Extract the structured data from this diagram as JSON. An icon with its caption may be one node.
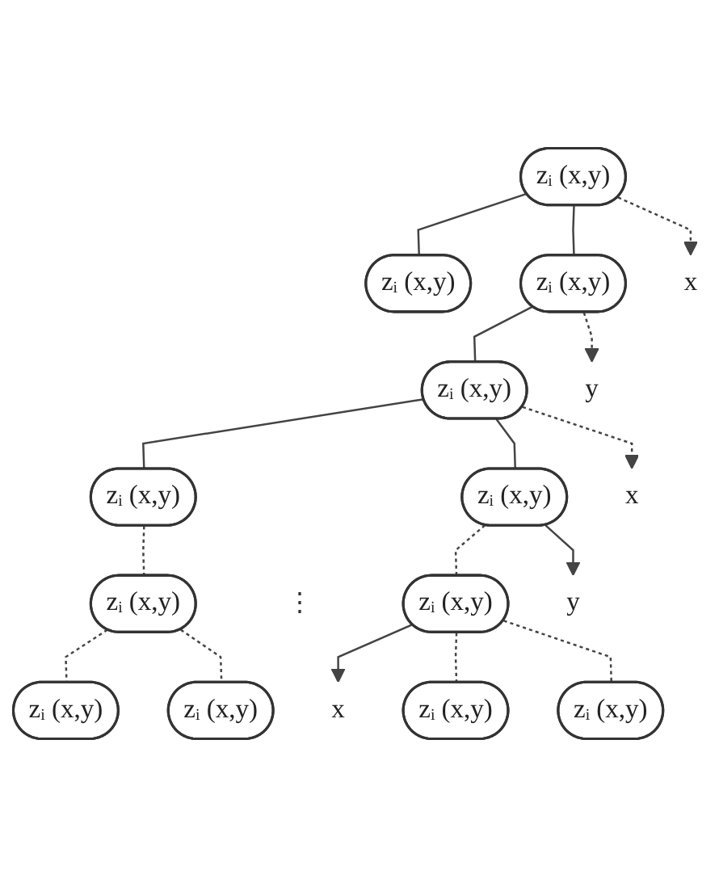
{
  "diagram": {
    "nodes": [
      {
        "text": [
          "zᵢ (x,y)"
        ]
      },
      {
        "text": [
          "x"
        ]
      },
      {
        "text": [
          "zᵢ (x,y)"
        ]
      },
      {
        "text": [
          "zᵢ (x,y)"
        ]
      },
      {
        "text": [
          "y"
        ]
      },
      {
        "text": [
          "zᵢ (x,y)"
        ]
      },
      {
        "text": [
          "x"
        ]
      },
      {
        "text": [
          "zᵢ (x,y)"
        ]
      },
      {
        "text": [
          "zᵢ (x,y)"
        ]
      },
      {
        "text": [
          "y"
        ]
      },
      {
        "text": [
          "zᵢ (x,y)"
        ]
      },
      {
        "text": [
          "zᵢ (x,y)"
        ]
      },
      {
        "text": [
          "x"
        ]
      },
      {
        "text": [
          "zᵢ (x,y)"
        ]
      },
      {
        "text": [
          "zᵢ (x,y)"
        ]
      },
      {
        "text": [
          "zᵢ (x,y)"
        ]
      },
      {
        "text": [
          "zᵢ (x,y)"
        ]
      }
    ],
    "edges": [
      {
        "from": 0,
        "to": 1,
        "arrow": "to",
        "style": "dashed"
      },
      {
        "from": 0,
        "to": 2,
        "arrow": "none"
      },
      {
        "from": 0,
        "to": 3,
        "arrow": "none"
      },
      {
        "from": 3,
        "to": 4,
        "arrow": "to",
        "style": "dashed"
      },
      {
        "from": 3,
        "to": 5,
        "arrow": "none"
      },
      {
        "from": 5,
        "to": 6,
        "arrow": "to",
        "style": "dashed"
      },
      {
        "from": 5,
        "to": 7,
        "arrow": "none"
      },
      {
        "from": 5,
        "to": 8,
        "arrow": "none"
      },
      {
        "from": 8,
        "to": 9,
        "arrow": "to"
      },
      {
        "from": 7,
        "to": 10,
        "arrow": "none",
        "style": "dashed"
      },
      {
        "from": 8,
        "to": 11,
        "arrow": "none",
        "style": "dashed"
      },
      {
        "from": 11,
        "to": 12,
        "arrow": "to"
      },
      {
        "from": 10,
        "to": 13,
        "arrow": "none",
        "style": "dashed"
      },
      {
        "from": 10,
        "to": 14,
        "arrow": "none",
        "style": "dashed"
      },
      {
        "from": 11,
        "to": 15,
        "arrow": "none",
        "style": "dashed"
      },
      {
        "from": 11,
        "to": 16,
        "arrow": "none",
        "style": "dashed"
      }
    ],
    "labels": [
      "⋮"
    ]
  }
}
